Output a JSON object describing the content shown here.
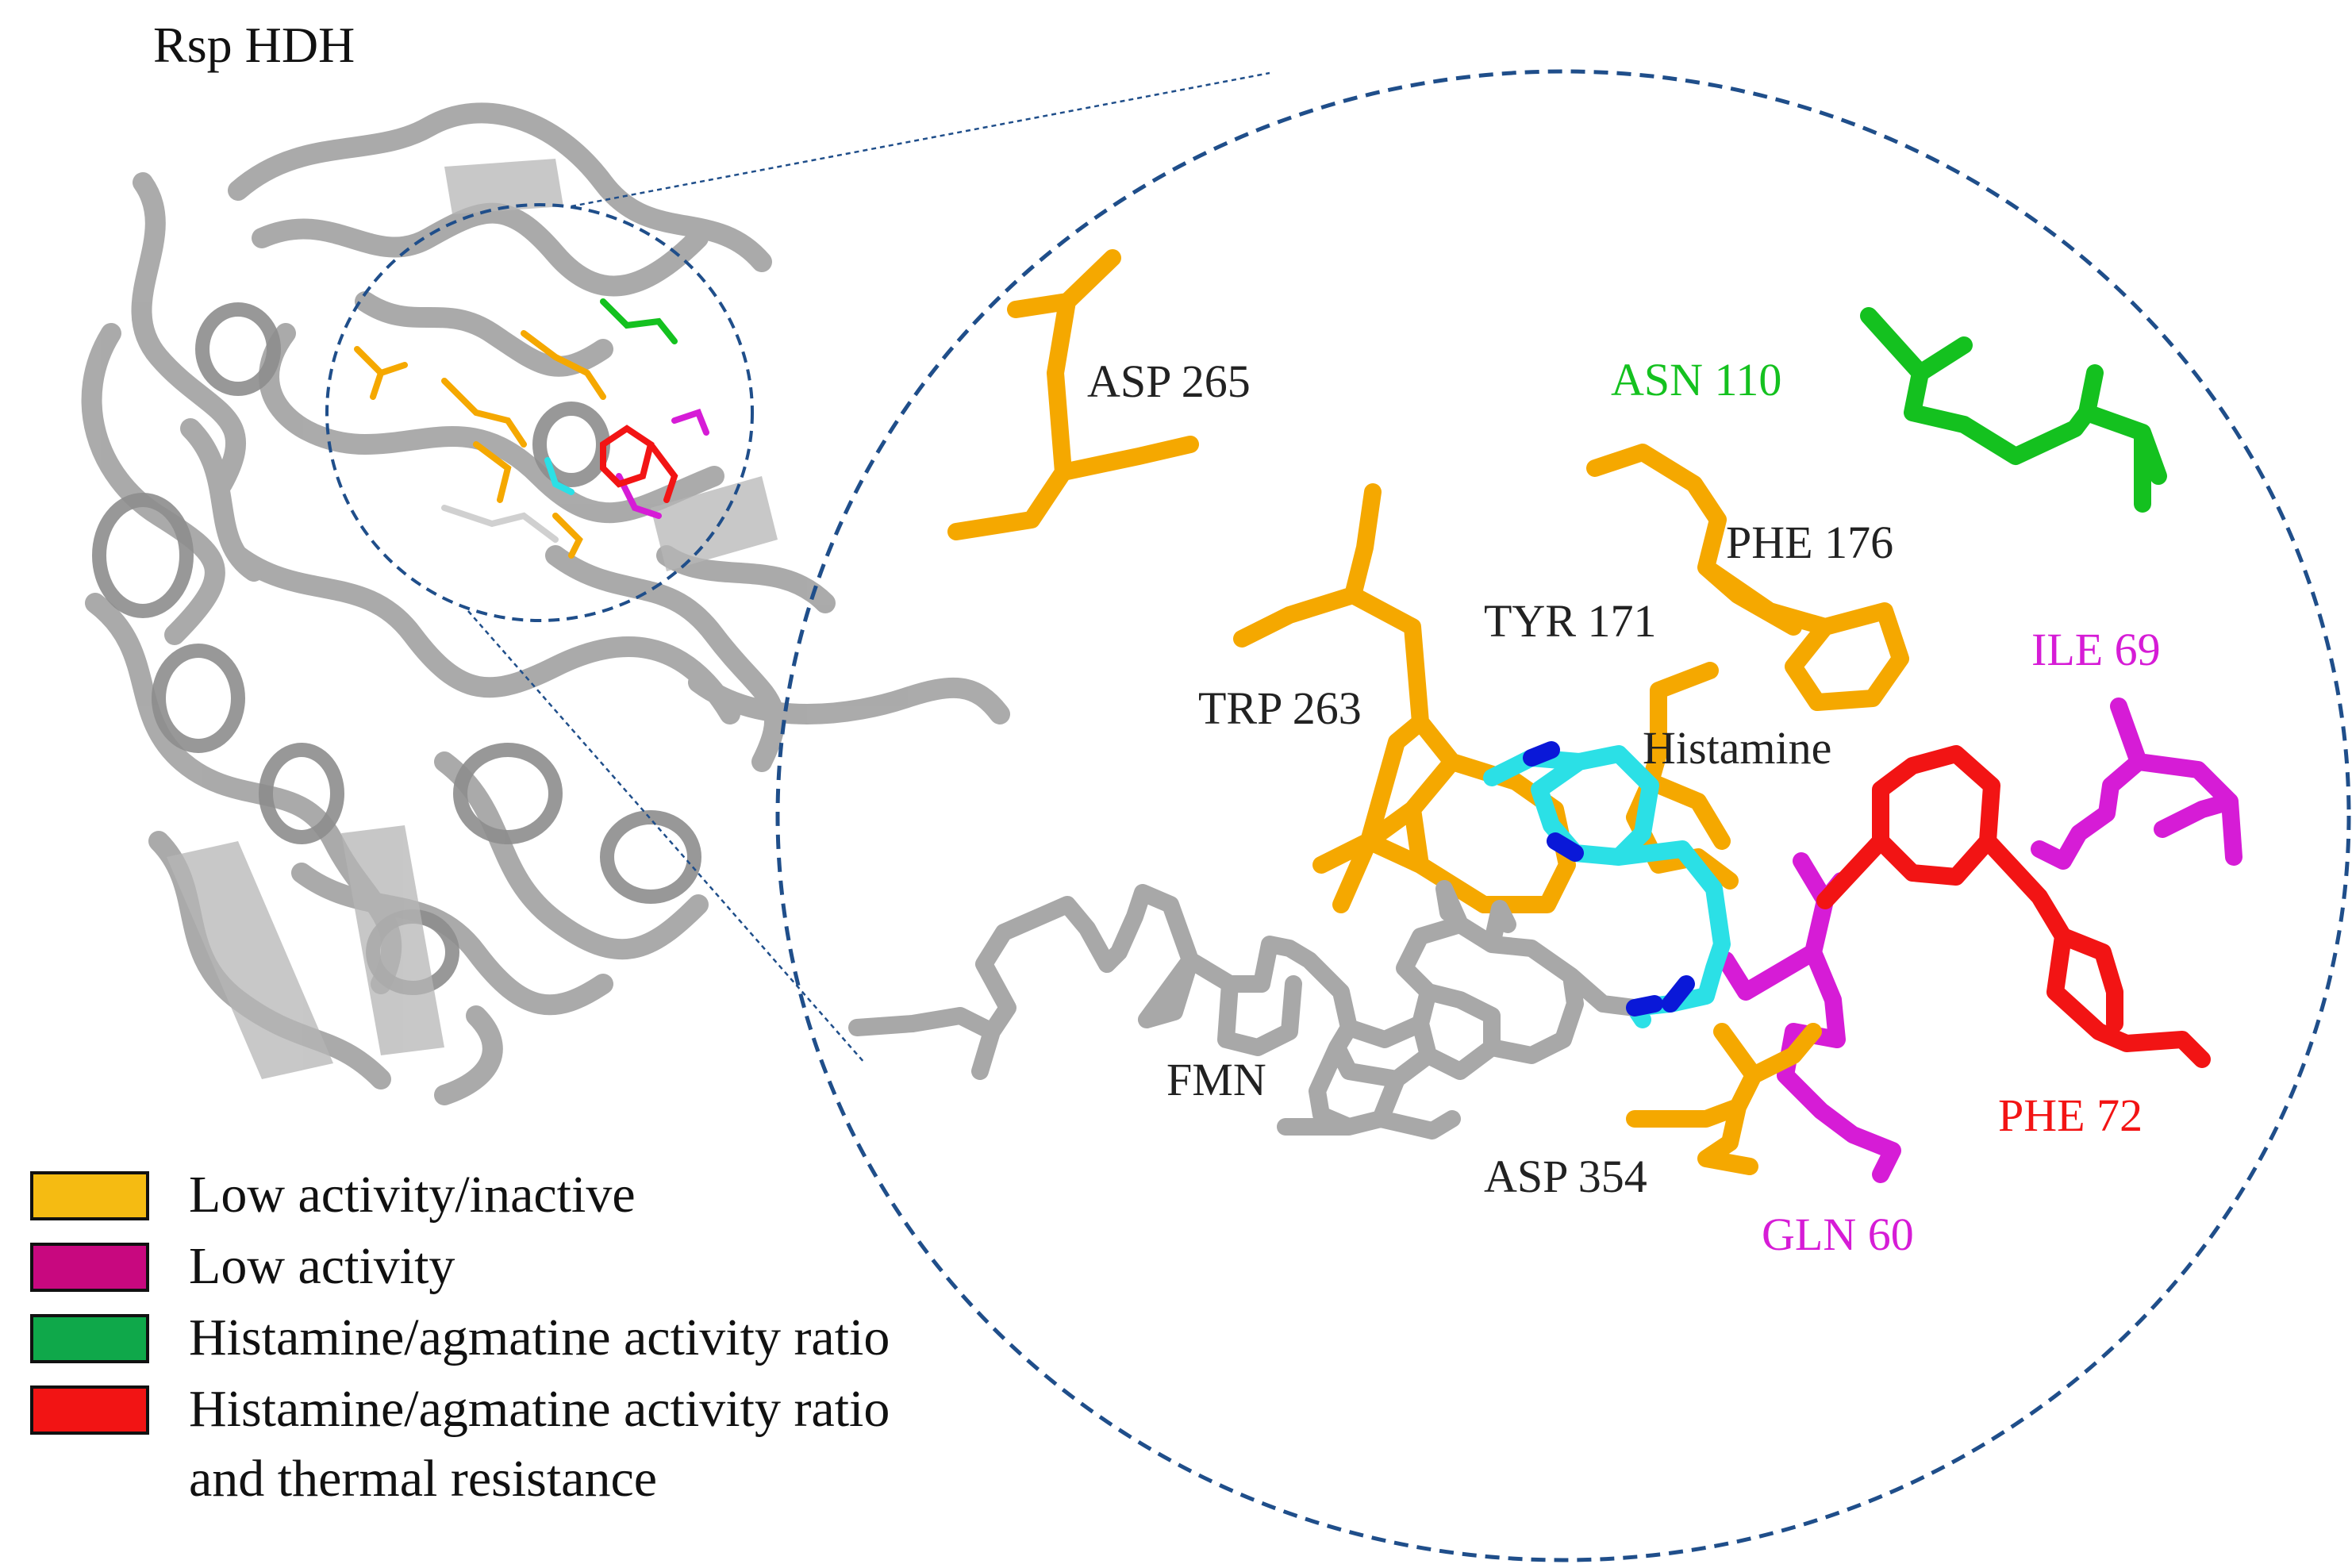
{
  "figure": {
    "protein_title": "Rsp HDH"
  },
  "colors": {
    "low_inactive": "#F5A800",
    "low_activity": "#D61CD6",
    "ratio": "#14C11F",
    "ratio_thermal": "#F21414",
    "ligand_histamine": "#2BE0E6",
    "cofactor_fmn": "#A8A8A8",
    "nitrogen": "#0A18D8",
    "circle_stroke": "#1F4E8A",
    "protein_ribbon": "#9A9A9A"
  },
  "residues": [
    {
      "id": "asp265",
      "label": "ASP 265",
      "group": "low_inactive"
    },
    {
      "id": "asn110",
      "label": "ASN 110",
      "group": "ratio"
    },
    {
      "id": "phe176",
      "label": "PHE 176",
      "group": "low_inactive"
    },
    {
      "id": "tyr171",
      "label": "TYR 171",
      "group": "low_inactive"
    },
    {
      "id": "ile69",
      "label": "ILE 69",
      "group": "low_activity"
    },
    {
      "id": "trp263",
      "label": "TRP 263",
      "group": "low_inactive"
    },
    {
      "id": "phe72",
      "label": "PHE 72",
      "group": "ratio_thermal"
    },
    {
      "id": "gln60",
      "label": "GLN 60",
      "group": "low_activity"
    },
    {
      "id": "asp354",
      "label": "ASP 354",
      "group": "low_inactive"
    }
  ],
  "ligands": {
    "histamine": "Histamine",
    "fmn": "FMN"
  },
  "legend": [
    {
      "label": "Low activity/inactive",
      "color": "#F5BB12"
    },
    {
      "label": "Low activity",
      "color": "#C8087F"
    },
    {
      "label": "Histamine/agmatine activity ratio",
      "color": "#0FA84A"
    },
    {
      "label": "Histamine/agmatine activity ratio",
      "label2": "and thermal resistance",
      "color": "#F21414"
    }
  ]
}
